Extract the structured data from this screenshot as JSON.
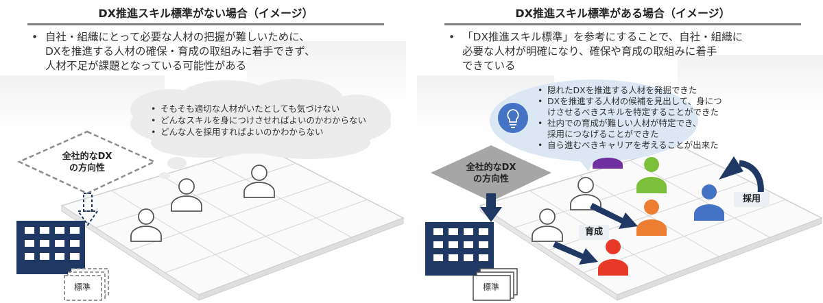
{
  "left": {
    "title": "DX推進スキル標準がない場合（イメージ）",
    "bullets": [
      "自社・組織にとって必要な人材の把握が難しいために、\nDXを推進する人材の確保・育成の取組みに着手できず、\n人材不足が課題となっている可能性がある"
    ],
    "cloud_items": [
      "そもそも適切な人材がいたとしても気づけない",
      "どんなスキルを身につけさせればよいのかわからない",
      "どんな人を採用すればよいのかわからない"
    ],
    "vision_label": "全社的なDX\nの方向性",
    "standard_label": "標準"
  },
  "right": {
    "title": "DX推進スキル標準がある場合（イメージ）",
    "bullets": [
      "「DX推進スキル標準」を参考にすることで、自社・組織に\n必要な人材が明確になり、確保や育成の取組みに着手\nできている"
    ],
    "cloud_items": [
      "隠れたDXを推進する人材を発掘できた",
      "DXを推進する人材の候補を見出して、身につ\nけさせるべきスキルを特定することができた",
      "社内での育成が難しい人材が特定でき、\n採用につなげることができた",
      "自ら進むべきキャリアを考えることが出来た"
    ],
    "vision_label": "全社的なDX\nの方向性",
    "standard_label": "標準",
    "tag_training": "育成",
    "tag_hiring": "採用",
    "icon": "lightbulb-icon"
  },
  "colors": {
    "navy": "#1f3864",
    "green": "#7cbf3a",
    "orange": "#ed7d31",
    "red": "#e83828",
    "blue": "#4472c4",
    "purple": "#7030a0",
    "bubble": "#dbe8f4",
    "cloud": "#ededed"
  }
}
